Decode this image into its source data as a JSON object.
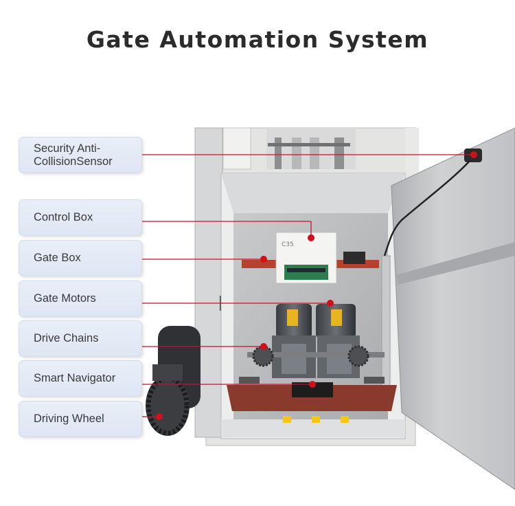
{
  "title": "Gate Automation System",
  "labels": [
    {
      "text": "Security Anti-\nCollisionSensor",
      "line1": "Security Anti-",
      "line2": "CollisionSensor"
    },
    {
      "text": "Control Box"
    },
    {
      "text": "Gate Box"
    },
    {
      "text": "Gate Motors"
    },
    {
      "text": "Drive Chains"
    },
    {
      "text": "Smart Navigator"
    },
    {
      "text": "Driving Wheel"
    }
  ],
  "colors": {
    "leader_line": "#c8102e",
    "marker": "#d0101a",
    "label_bg": "#e5ebf6",
    "title": "#2b2b2b"
  }
}
